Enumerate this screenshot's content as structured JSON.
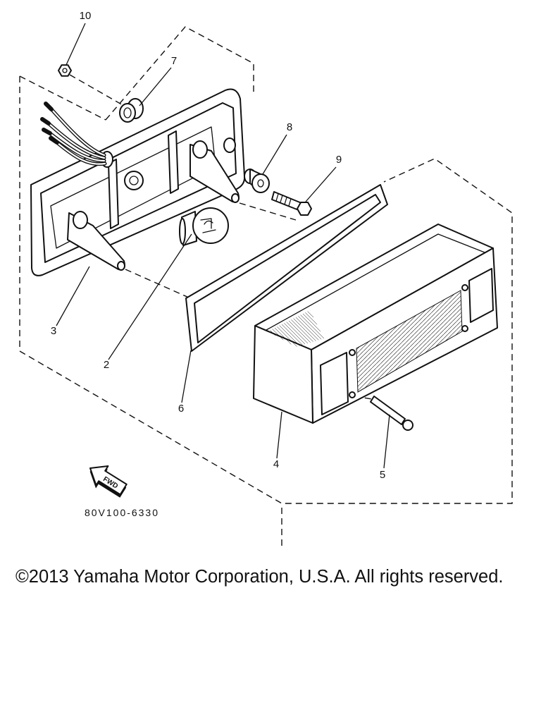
{
  "diagram": {
    "callouts": [
      {
        "number": "10"
      },
      {
        "number": "7"
      },
      {
        "number": "8"
      },
      {
        "number": "9"
      },
      {
        "number": "3"
      },
      {
        "number": "2"
      },
      {
        "number": "6"
      },
      {
        "number": "4"
      },
      {
        "number": "5"
      }
    ],
    "direction_arrow": {
      "label": "FWD",
      "icon": "fwd-arrow-icon"
    },
    "figure_code": "80V100-6330"
  },
  "footer": {
    "copyright": "©2013 Yamaha Motor Corporation, U.S.A. All rights reserved."
  }
}
